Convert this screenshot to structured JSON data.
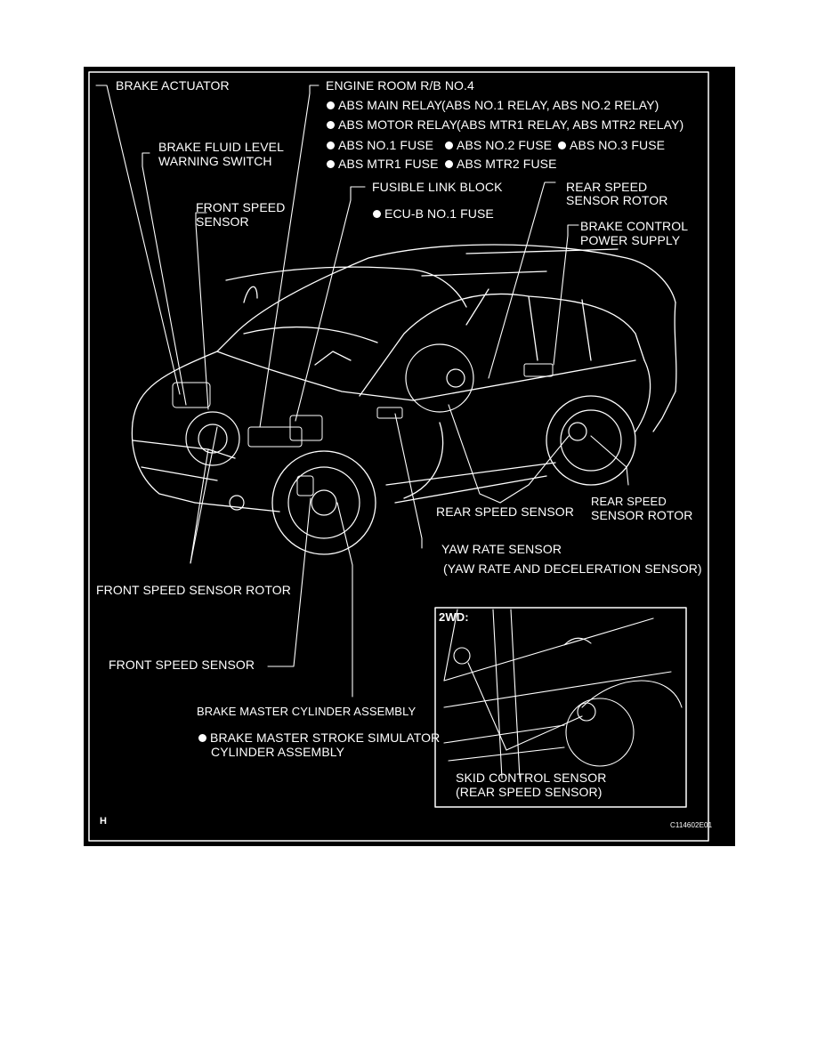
{
  "labels": {
    "brake_actuator": "BRAKE ACTUATOR",
    "fluid_switch_1": "BRAKE FLUID LEVEL",
    "fluid_switch_2": "WARNING SWITCH",
    "front_speed_sensor_1": "FRONT SPEED",
    "front_speed_sensor_2": "SENSOR",
    "engine_room_rb": "ENGINE ROOM R/B NO.4",
    "abs_main_relay": "ABS MAIN RELAY",
    "abs_main_relay_detail": "(ABS NO.1 RELAY, ABS NO.2 RELAY)",
    "abs_motor_relay": "ABS MOTOR RELAY",
    "abs_motor_relay_detail": "(ABS MTR1 RELAY, ABS MTR2 RELAY)",
    "abs_no1_fuse": "ABS NO.1 FUSE",
    "abs_no2_fuse": "ABS NO.2 FUSE",
    "abs_no3_fuse": "ABS NO.3 FUSE",
    "abs_mtr1_fuse": "ABS MTR1 FUSE",
    "abs_mtr2_fuse": "ABS MTR2 FUSE",
    "fusible_link_block": "FUSIBLE LINK BLOCK",
    "ecu_b_fuse": "ECU-B NO.1 FUSE",
    "rear_speed_rotor_top_1": "REAR SPEED",
    "rear_speed_rotor_top_2": "SENSOR ROTOR",
    "brake_control_ps_1": "BRAKE CONTROL",
    "brake_control_ps_2": "POWER SUPPLY",
    "rear_speed_sensor": "REAR SPEED SENSOR",
    "rear_speed_rotor_bottom_1": "REAR SPEED",
    "rear_speed_rotor_bottom_2": "SENSOR ROTOR",
    "yaw_rate_sensor": "YAW RATE SENSOR",
    "yaw_rate_detail": "(YAW RATE AND DECELERATION SENSOR)",
    "front_speed_sensor_rotor": "FRONT SPEED SENSOR ROTOR",
    "front_speed_sensor_bottom": "FRONT SPEED SENSOR",
    "brake_master_cylinder": "BRAKE MASTER CYLINDER ASSEMBLY",
    "stroke_simulator_1": "BRAKE MASTER STROKE SIMULATOR",
    "stroke_simulator_2": "CYLINDER ASSEMBLY",
    "corner_code": "H",
    "figure_id": "C114602E01"
  },
  "inset": {
    "title": "2WD:",
    "skid_sensor_1": "SKID CONTROL SENSOR",
    "skid_sensor_2": "(REAR SPEED SENSOR)"
  },
  "colors": {
    "background": "#000000",
    "lines": "#ffffff",
    "page": "#ffffff"
  }
}
